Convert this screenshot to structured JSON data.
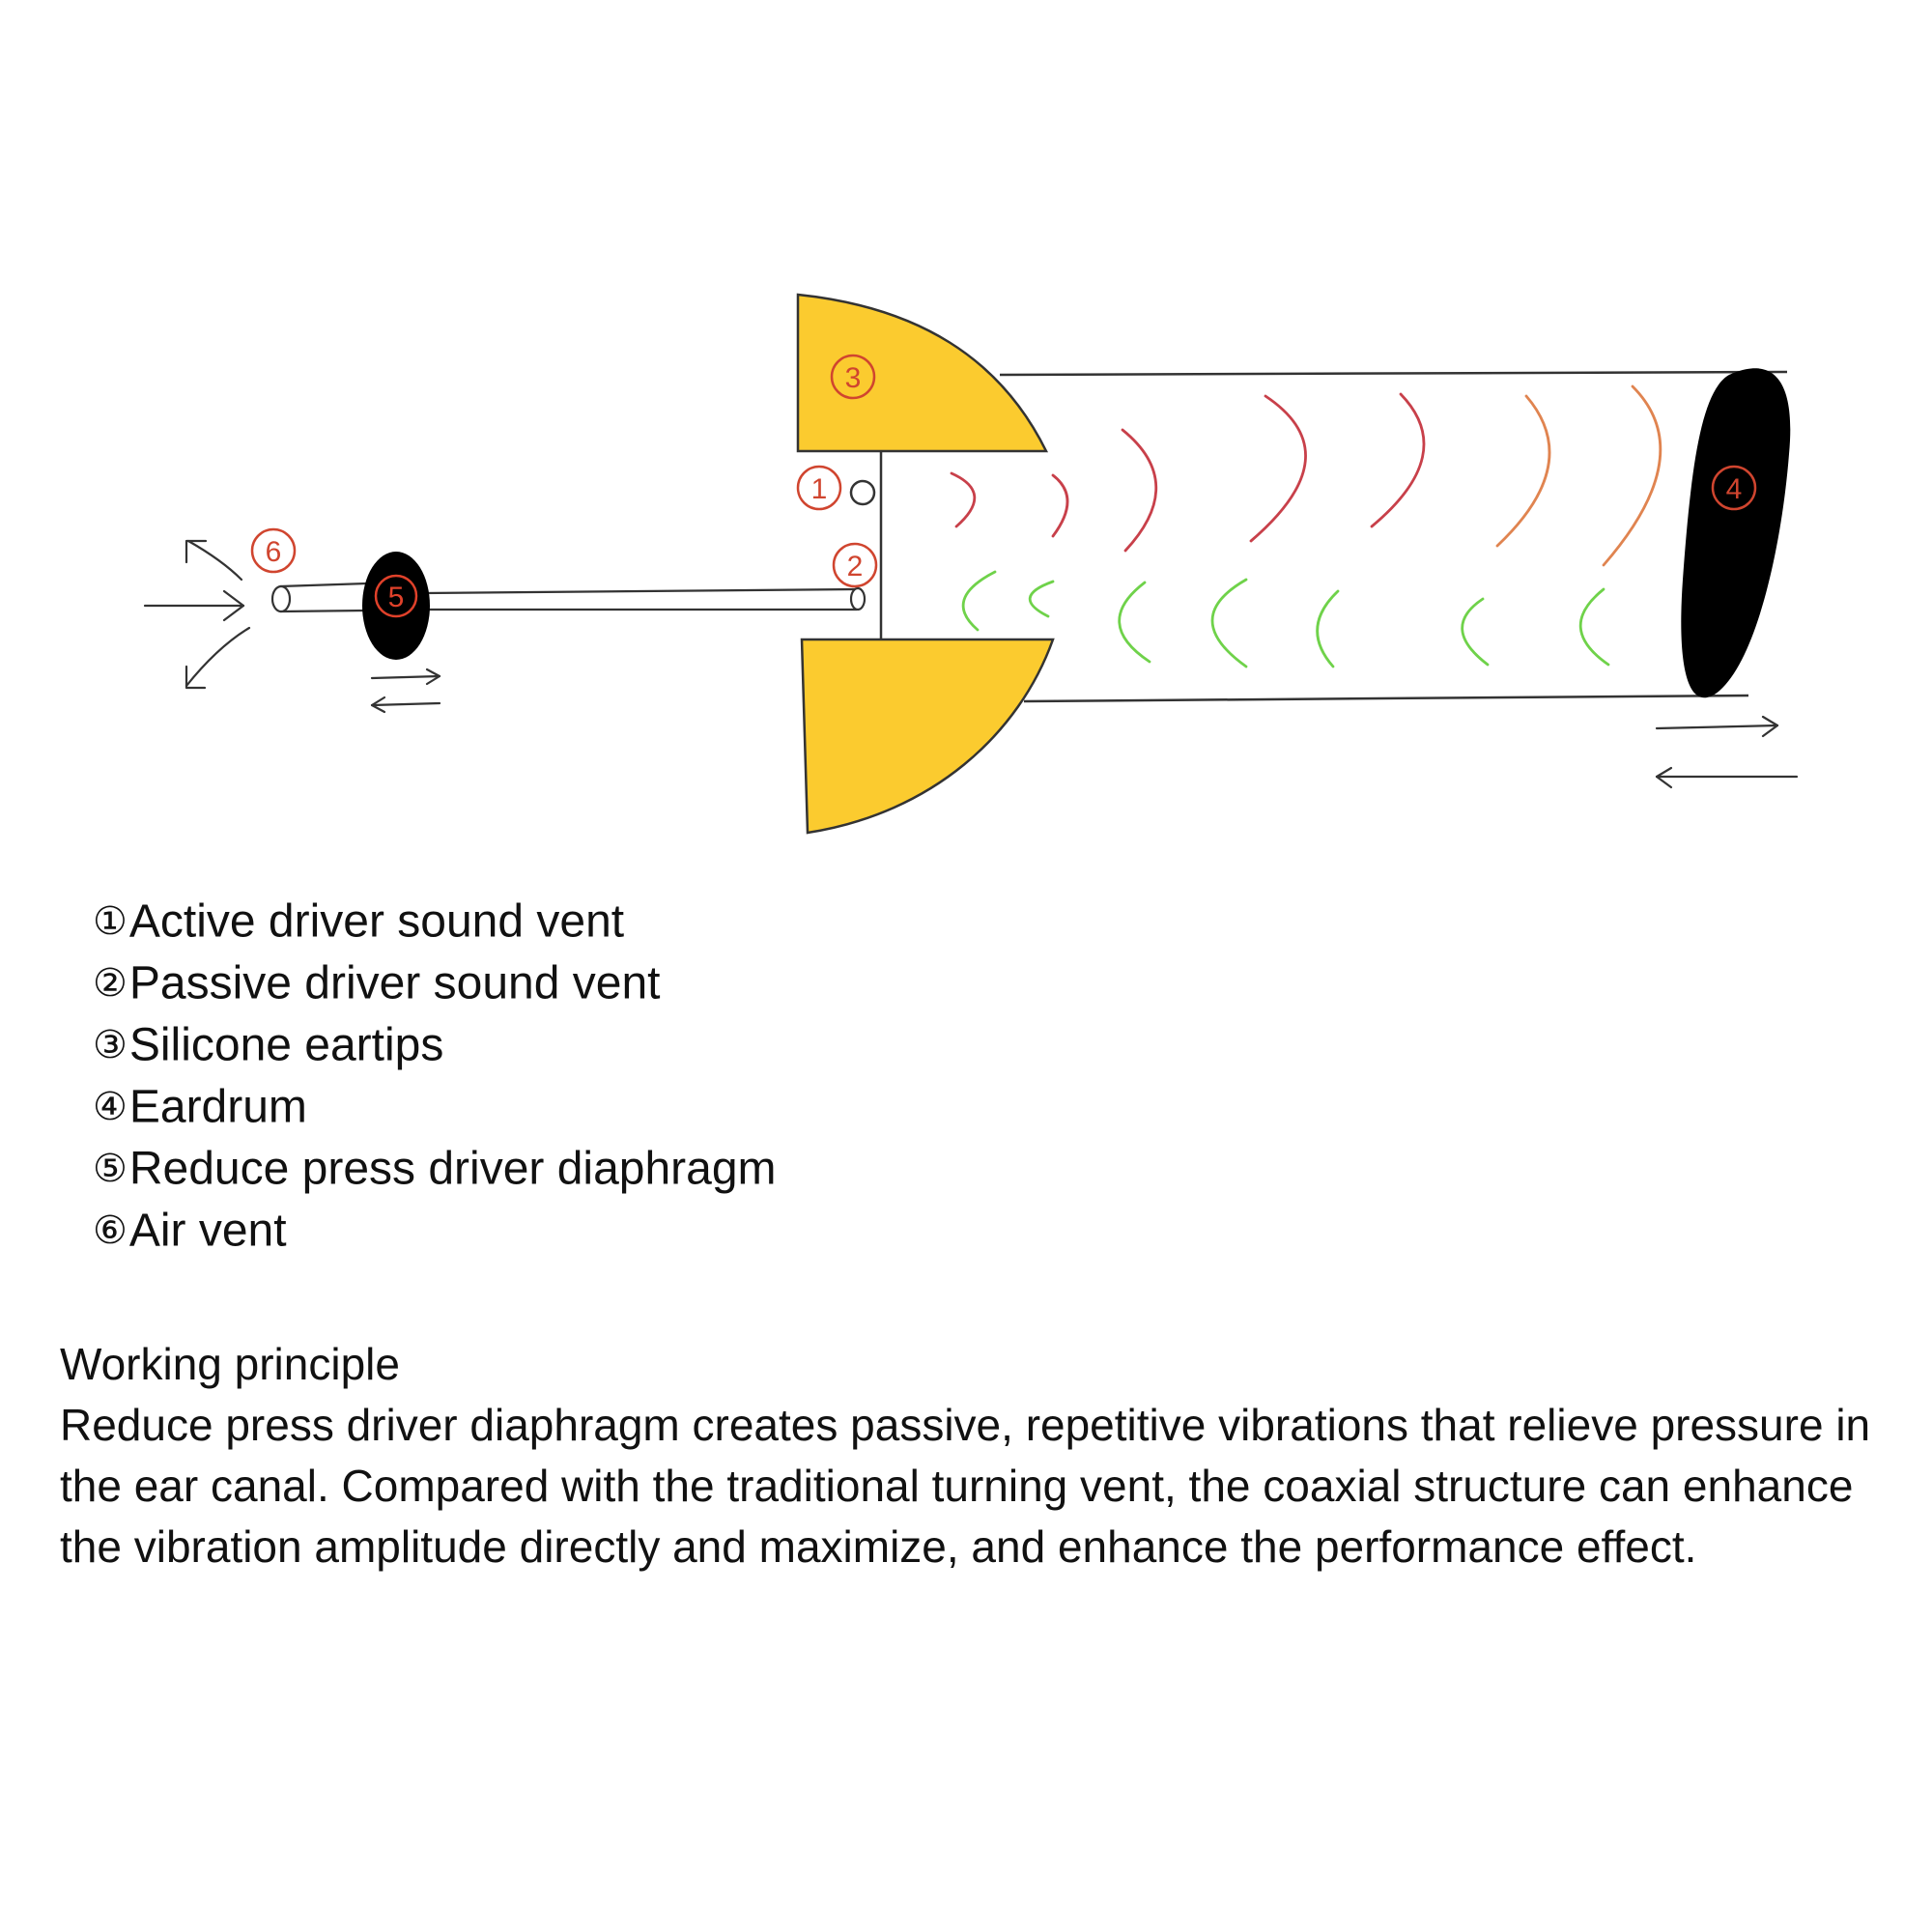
{
  "diagram": {
    "callouts": [
      "1",
      "2",
      "3",
      "4",
      "5",
      "6"
    ],
    "colors": {
      "eartip": "#fbcb2f",
      "diaphragm": "#000000",
      "active_wave": "#c8404a",
      "active_wave_far": "#e08450",
      "passive_wave": "#6fd24a",
      "callout": "#d0452f",
      "line": "#333333"
    }
  },
  "legend": {
    "items": [
      {
        "num": "①",
        "text": "Active driver sound vent"
      },
      {
        "num": "②",
        "text": "Passive driver sound vent"
      },
      {
        "num": "③",
        "text": "Silicone eartips"
      },
      {
        "num": "④",
        "text": "Eardrum"
      },
      {
        "num": "⑤",
        "text": "Reduce press driver diaphragm"
      },
      {
        "num": "⑥",
        "text": "Air vent"
      }
    ]
  },
  "principle": {
    "title": "Working principle",
    "body": "Reduce press driver diaphragm creates passive, repetitive vibrations that relieve pressure in the ear canal. Compared with the traditional turning vent, the coaxial structure can enhance the vibration amplitude directly and maximize, and enhance the performance effect."
  }
}
